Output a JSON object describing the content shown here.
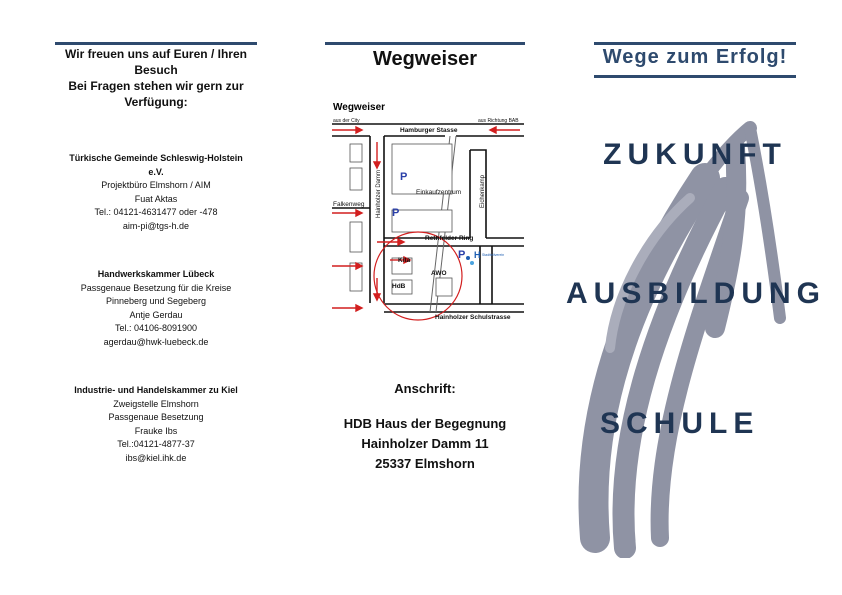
{
  "contact": {
    "intro": [
      "Wir freuen uns auf Euren / Ihren",
      "Besuch",
      "Bei Fragen stehen wir gern zur",
      "Verfügung:"
    ],
    "orgs": [
      {
        "name": [
          "Türkische Gemeinde Schleswig-Holstein",
          "e.V."
        ],
        "lines": [
          "Projektbüro Elmshorn / AIM",
          "Fuat Aktas",
          "Tel.: 04121-4631477 oder -478",
          "aim-pi@tgs-h.de"
        ]
      },
      {
        "name": [
          "Handwerkskammer Lübeck"
        ],
        "lines": [
          "Passgenaue Besetzung für die Kreise",
          "Pinneberg und Segeberg",
          "Antje Gerdau",
          "Tel.: 04106-8091900",
          "agerdau@hwk-luebeck.de"
        ]
      },
      {
        "name": [
          "Industrie- und Handelskammer zu Kiel"
        ],
        "lines": [
          "Zweigstelle Elmshorn",
          "Passgenaue Besetzung",
          "Frauke Ibs",
          "Tel.:04121-4877-37",
          "ibs@kiel.ihk.de"
        ]
      }
    ]
  },
  "directions": {
    "title": "Wegweiser",
    "map": {
      "title": "Wegweiser",
      "labels": {
        "aus_city": "aus der City",
        "hamburger": "Hamburger Stasse",
        "aus_bad": "aus Richtung BAB",
        "einkauf": "Einkaufzentrum",
        "falkenweg": "Falkenweg",
        "hainholzer_damm": "Hainholzer Damm",
        "eichenkamp": "Eichenkamp",
        "rethfelder": "Rethfelder Ring",
        "kita": "Kita",
        "awo": "AWO",
        "hdb": "HdB",
        "schulstrasse": "Hainholzer Schulstrasse",
        "parking": "P",
        "stadtteil": "Stadtteilverein"
      }
    },
    "address_heading": "Anschrift:",
    "address": [
      "HDB Haus der Begegnung",
      "Hainholzer Damm 11",
      "25337 Elmshorn"
    ]
  },
  "cover": {
    "title": "Wege zum Erfolg!",
    "words": [
      "ZUKUNFT",
      "AUSBILDUNG",
      "SCHULE"
    ]
  },
  "colors": {
    "accent": "#2e4a6e",
    "arrow": "#8a8ea0",
    "map_red": "#d21f1f"
  }
}
